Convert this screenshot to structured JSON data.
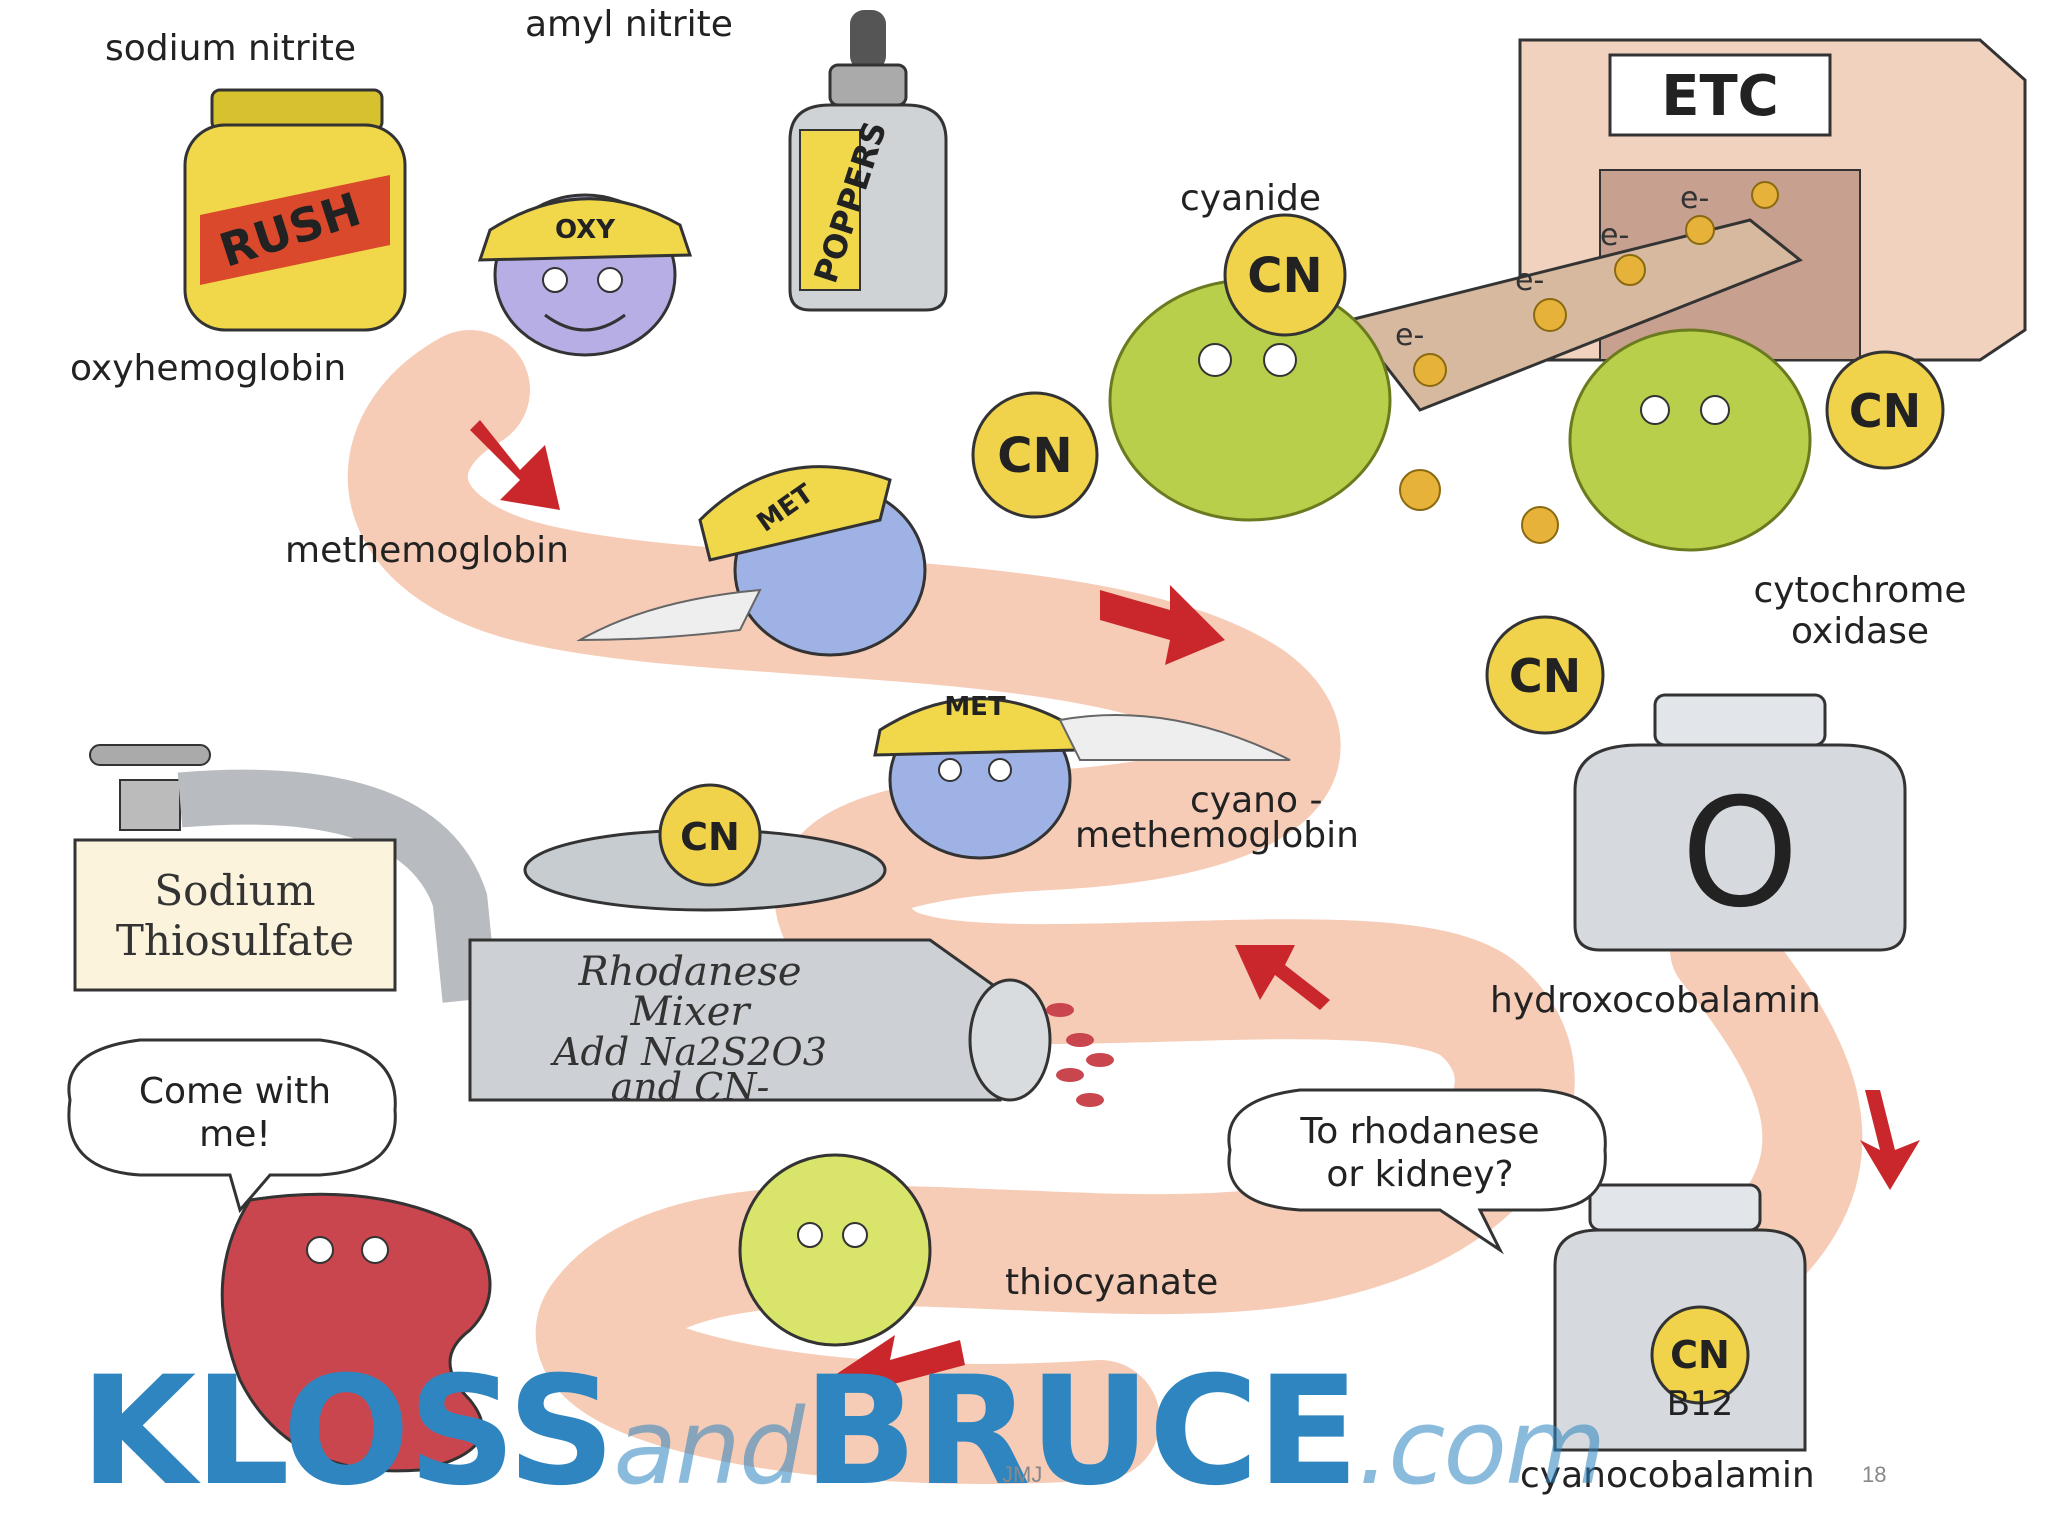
{
  "labels": {
    "sodium_nitrite": "sodium nitrite",
    "amyl_nitrite": "amyl nitrite",
    "oxyhemoglobin": "oxyhemoglobin",
    "methemoglobin": "methemoglobin",
    "cyanide": "cyanide",
    "cytochrome_oxidase": "cytochrome oxidase",
    "cyano_methemoglobin_1": "cyano -",
    "cyano_methemoglobin_2": "methemoglobin",
    "hydroxocobalamin": "hydroxocobalamin",
    "thiocyanate": "thiocyanate",
    "cyanocobalamin": "cyanocobalamin"
  },
  "containers": {
    "rush_label": "RUSH",
    "poppers_label": "POPPERS",
    "etc_sign": "ETC",
    "hydroxo_bottle_mark": "O",
    "b12_label": "B12"
  },
  "hats": {
    "oxy": "OXY",
    "met_1": "MET",
    "met_2": "MET"
  },
  "coins": {
    "cn": "CN"
  },
  "electron": "e-",
  "sign": {
    "line1": "Sodium",
    "line2": "Thiosulfate"
  },
  "mixer": {
    "line1": "Rhodanese",
    "line2": "Mixer",
    "line3": "Add Na2S2O3",
    "line4": "and CN-"
  },
  "bubbles": {
    "kidney_1": "Come with",
    "kidney_2": "me!",
    "cobalamin_1": "To rhodanese",
    "cobalamin_2": "or kidney?"
  },
  "brand": {
    "part1": "KLOSS",
    "part2": "and",
    "part3": "BRUCE",
    "part4": ".com"
  },
  "footer": {
    "author": "JMJ",
    "page": "18"
  },
  "colors": {
    "path": "#f2b89e",
    "arrow": "#c9272b",
    "coin": "#f0d34a",
    "hemoglobin": "#a9b8e8",
    "kidney": "#c9464f",
    "moss": "#b7cf4a",
    "brand": "#2e85c0"
  }
}
